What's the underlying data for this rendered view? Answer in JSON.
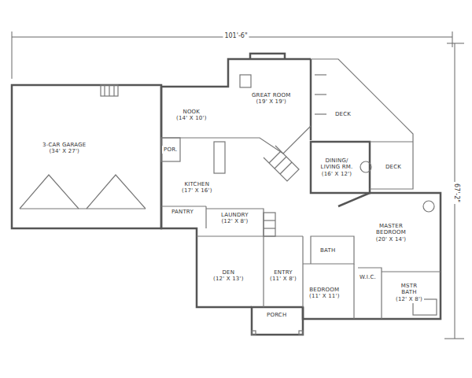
{
  "diagram": {
    "nodes": [
      {
        "text": [
          "3-CAR GARAGE",
          "(34' X 27')"
        ]
      },
      {
        "text": [
          "NOOK",
          "(14' X 10')"
        ]
      },
      {
        "text": [
          "GREAT ROOM",
          "(19' X 19')"
        ]
      },
      {
        "text": [
          "DECK"
        ]
      },
      {
        "text": [
          "POR."
        ]
      },
      {
        "text": [
          "KITCHEN",
          "(17' X 16')"
        ]
      },
      {
        "text": [
          "DINING/ LIVING RM.",
          "(16' X 12')"
        ]
      },
      {
        "text": [
          "DECK"
        ]
      },
      {
        "text": [
          "PANTRY"
        ]
      },
      {
        "text": [
          "LAUNDRY",
          "(12' X 8')"
        ]
      },
      {
        "text": [
          "MASTER BEDROOM",
          "(20' X 14')"
        ]
      },
      {
        "text": [
          "BATH"
        ]
      },
      {
        "text": [
          "DEN",
          "(12' X 13')"
        ]
      },
      {
        "text": [
          "ENTRY",
          "(11' X 8')"
        ]
      },
      {
        "text": [
          "BEDROOM",
          "(11' X 11')"
        ]
      },
      {
        "text": [
          "W.I.C."
        ]
      },
      {
        "text": [
          "MSTR BATH",
          "(12' X 8')"
        ]
      },
      {
        "text": [
          "PORCH"
        ]
      }
    ],
    "labels": [
      "101'-6\"",
      "67'-2\""
    ]
  }
}
